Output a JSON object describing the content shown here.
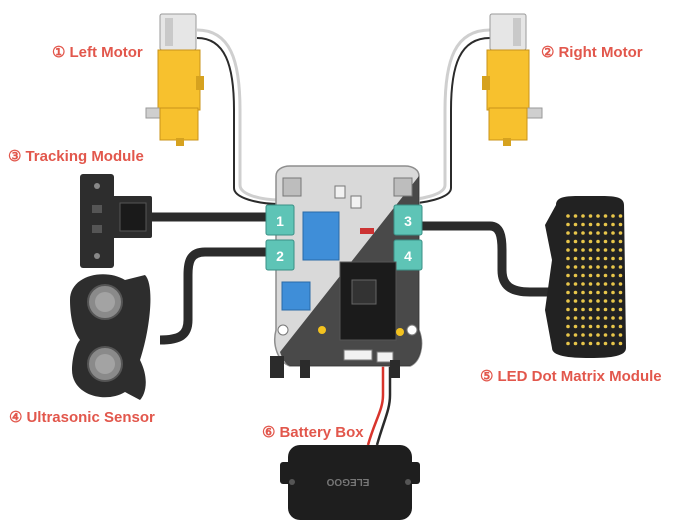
{
  "colors": {
    "label": "#e2574c",
    "motor_yellow": "#f7c12e",
    "cable": "#2b2b2b",
    "board_teal": "#5ec4b6",
    "board_blue": "#3f8ed8",
    "dark_module": "#222222"
  },
  "labels": [
    {
      "id": "left_motor",
      "number": "①",
      "text": "Left Motor"
    },
    {
      "id": "right_motor",
      "number": "②",
      "text": "Right Motor"
    },
    {
      "id": "tracking",
      "number": "③",
      "text": "Tracking Module"
    },
    {
      "id": "ultrasonic",
      "number": "④",
      "text": "Ultrasonic Sensor"
    },
    {
      "id": "led",
      "number": "⑤",
      "text": "LED Dot Matrix Module"
    },
    {
      "id": "battery",
      "number": "⑥",
      "text": "Battery Box"
    }
  ],
  "board": {
    "port_numbers": [
      "1",
      "2",
      "3",
      "4"
    ]
  },
  "battery_box": {
    "brand": "ELEGOO"
  }
}
